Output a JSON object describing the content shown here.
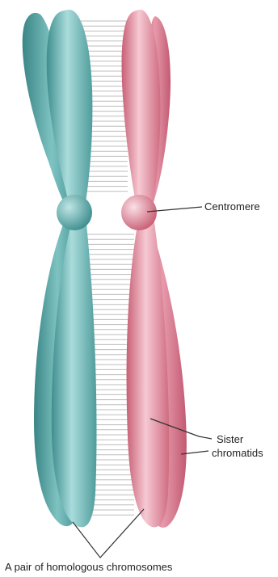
{
  "labels": {
    "centromere": "Centromere",
    "sister_chromatids_line1": "Sister",
    "sister_chromatids_line2": "chromatids",
    "homologous_pair": "A pair of homologous chromosomes"
  },
  "colors": {
    "teal_chromosome": "#5aa9a9",
    "teal_highlight": "#a9dcdb",
    "pink_chromosome": "#d9798d",
    "pink_highlight": "#f6c9d3",
    "connector_lines": "#bdbdbd",
    "leader_lines": "#333333",
    "label_text": "#222222"
  }
}
